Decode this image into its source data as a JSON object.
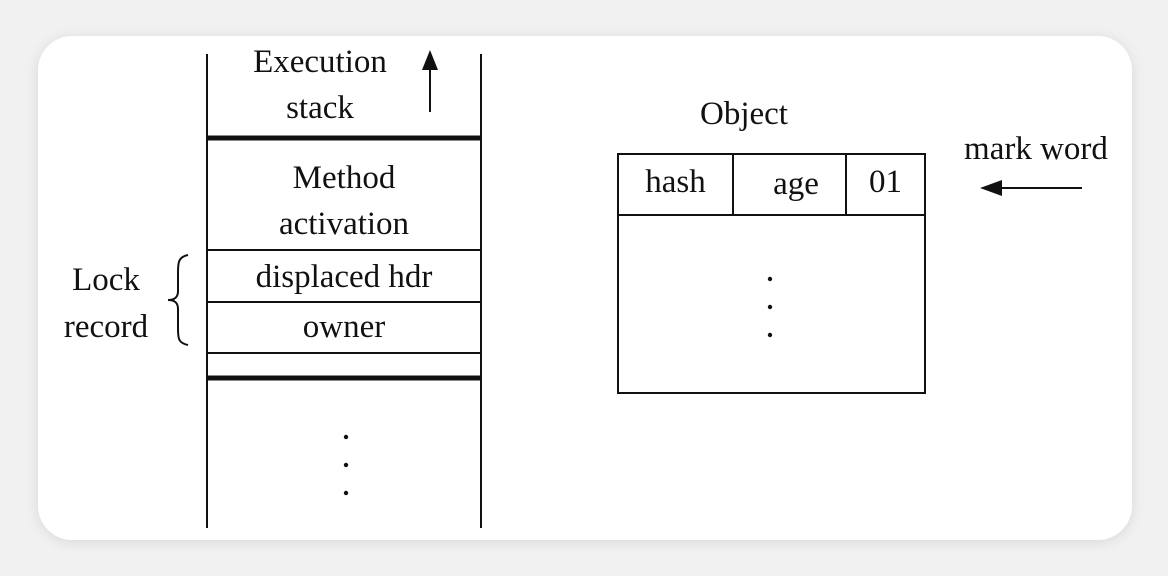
{
  "stack": {
    "title_line1": "Execution",
    "title_line2": "stack",
    "method_line1": "Method",
    "method_line2": "activation",
    "displaced_hdr": "displaced hdr",
    "owner": "owner",
    "dots": ".\n.\n."
  },
  "lock_record": {
    "line1": "Lock",
    "line2": "record"
  },
  "object": {
    "title": "Object",
    "cells": [
      "hash",
      "age",
      "01"
    ],
    "dots": ".\n.\n."
  },
  "mark_word": {
    "label": "mark word"
  }
}
